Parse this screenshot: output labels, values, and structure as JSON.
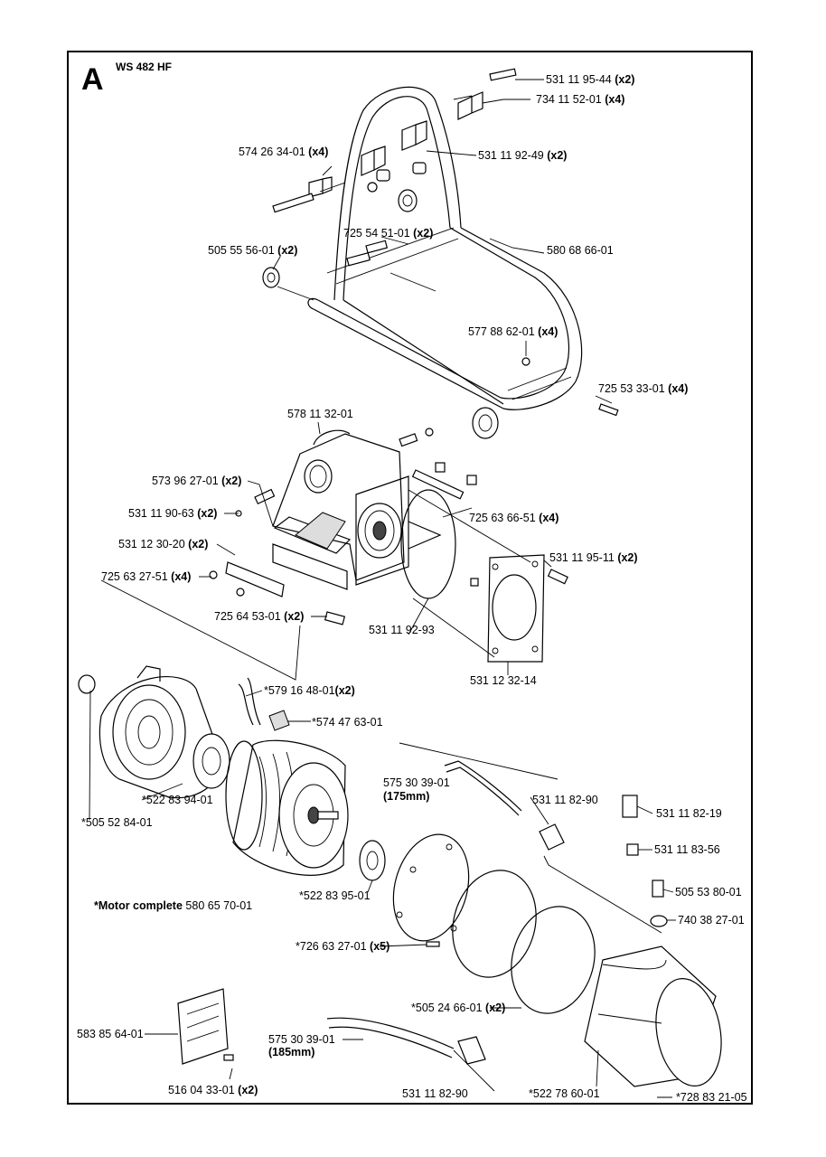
{
  "header": {
    "letter": "A",
    "model": "WS 482 HF"
  },
  "parts": [
    {
      "id": "p1",
      "number": "531 11 95-44",
      "qty": "(x2)"
    },
    {
      "id": "p2",
      "number": "734 11 52-01",
      "qty": "(x4)"
    },
    {
      "id": "p3",
      "number": "574 26 34-01",
      "qty": "(x4)"
    },
    {
      "id": "p4",
      "number": "531 11 92-49",
      "qty": "(x2)"
    },
    {
      "id": "p5",
      "number": "725 54 51-01",
      "qty": "(x2)"
    },
    {
      "id": "p6",
      "number": "505 55 56-01",
      "qty": "(x2)"
    },
    {
      "id": "p7",
      "number": "580 68 66-01",
      "qty": ""
    },
    {
      "id": "p8",
      "number": "577 88 62-01",
      "qty": "(x4)"
    },
    {
      "id": "p9",
      "number": "725 53 33-01",
      "qty": "(x4)"
    },
    {
      "id": "p10",
      "number": "578 11 32-01",
      "qty": ""
    },
    {
      "id": "p11",
      "number": "573 96 27-01",
      "qty": "(x2)"
    },
    {
      "id": "p12",
      "number": "531 11 90-63",
      "qty": "(x2)"
    },
    {
      "id": "p13",
      "number": "725 63 66-51",
      "qty": "(x4)"
    },
    {
      "id": "p14",
      "number": "531 12 30-20",
      "qty": "(x2)"
    },
    {
      "id": "p15",
      "number": "531 11 95-11",
      "qty": "(x2)"
    },
    {
      "id": "p16",
      "number": "725 63 27-51",
      "qty": "(x4)"
    },
    {
      "id": "p17",
      "number": "725 64 53-01",
      "qty": "(x2)"
    },
    {
      "id": "p18",
      "number": "531 11 92-93",
      "qty": ""
    },
    {
      "id": "p19",
      "number": "531 12 32-14",
      "qty": ""
    },
    {
      "id": "p20",
      "number": "*579 16 48-01",
      "qty": "(x2)"
    },
    {
      "id": "p21",
      "number": "*574 47 63-01",
      "qty": ""
    },
    {
      "id": "p22",
      "number": "*522 83 94-01",
      "qty": ""
    },
    {
      "id": "p23",
      "number": "*505 52 84-01",
      "qty": ""
    },
    {
      "id": "p24",
      "number": "575 30 39-01",
      "qty": "(175mm)"
    },
    {
      "id": "p25",
      "number": "531 11 82-90",
      "qty": ""
    },
    {
      "id": "p26",
      "number": "531 11 82-19",
      "qty": ""
    },
    {
      "id": "p27",
      "number": "531 11 83-56",
      "qty": ""
    },
    {
      "id": "p28",
      "number": "*522 83 95-01",
      "qty": ""
    },
    {
      "id": "p29",
      "number": "505 53 80-01",
      "qty": ""
    },
    {
      "id": "p30",
      "number": "740 38 27-01",
      "qty": ""
    },
    {
      "id": "p31",
      "number": "*726 63 27-01",
      "qty": "(x5)"
    },
    {
      "id": "p32",
      "number": "*505 24 66-01",
      "qty": "(x2)"
    },
    {
      "id": "p33",
      "number": "583 85 64-01",
      "qty": ""
    },
    {
      "id": "p34",
      "number": "575 30 39-01",
      "qty": "(185mm)"
    },
    {
      "id": "p35",
      "number": "516 04 33-01",
      "qty": "(x2)"
    },
    {
      "id": "p36",
      "number": "531 11 82-90",
      "qty": ""
    },
    {
      "id": "p37",
      "number": "*522 78 60-01",
      "qty": ""
    },
    {
      "id": "p38",
      "number": "*728 83 21-05",
      "qty": ""
    }
  ],
  "motor_note": {
    "text": "*Motor complete",
    "number": "580 65 70-01"
  }
}
